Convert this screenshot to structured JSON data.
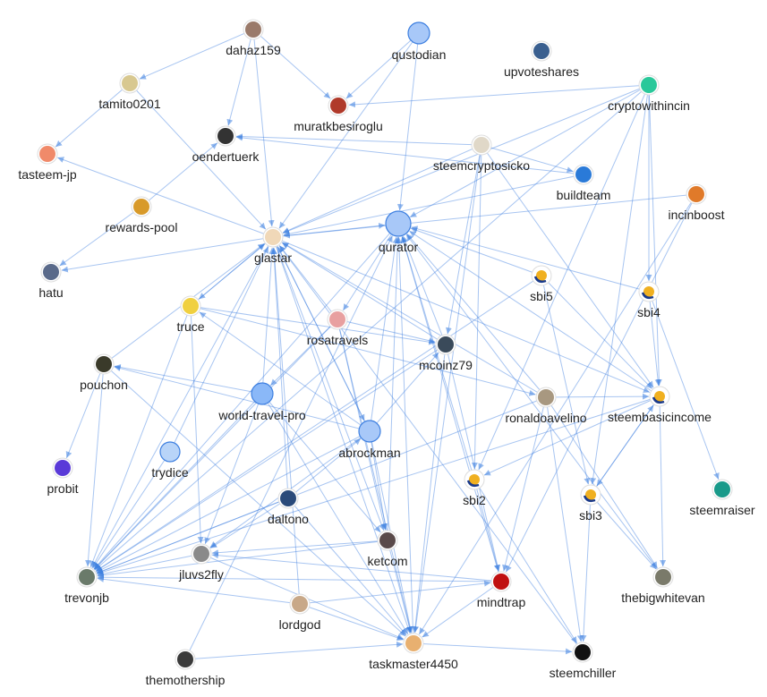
{
  "colors": {
    "edge": "#3d7fe0",
    "node_plain": "#a8c8f8",
    "node_border": "#3d7fe0"
  },
  "nodes": [
    {
      "id": "dahaz159",
      "type": "avatar",
      "color": "#9a7a6a"
    },
    {
      "id": "qustodian",
      "type": "plain",
      "color": "#a8c8f8"
    },
    {
      "id": "upvoteshares",
      "type": "avatar",
      "color": "#3a5f8f"
    },
    {
      "id": "tamito0201",
      "type": "avatar",
      "color": "#d8c890"
    },
    {
      "id": "muratkbesiroglu",
      "type": "avatar",
      "color": "#b03a2a"
    },
    {
      "id": "cryptowithincin",
      "type": "avatar",
      "color": "#2ac89a"
    },
    {
      "id": "oendertuerk",
      "type": "avatar",
      "color": "#333333"
    },
    {
      "id": "steemcryptosicko",
      "type": "avatar",
      "color": "#e0d8c8"
    },
    {
      "id": "tasteem-jp",
      "type": "avatar",
      "color": "#f08a6a"
    },
    {
      "id": "buildteam",
      "type": "avatar",
      "color": "#2a7ad8"
    },
    {
      "id": "incinboost",
      "type": "avatar",
      "color": "#e07a2a"
    },
    {
      "id": "rewards-pool",
      "type": "avatar",
      "color": "#d89a2a"
    },
    {
      "id": "glastar",
      "type": "avatar",
      "color": "#f0d8b8"
    },
    {
      "id": "qurator",
      "type": "plain",
      "color": "#a8c8f8"
    },
    {
      "id": "hatu",
      "type": "avatar",
      "color": "#5a6a8a"
    },
    {
      "id": "sbi5",
      "type": "sbi",
      "color": "#f0b020"
    },
    {
      "id": "sbi4",
      "type": "sbi",
      "color": "#f0b020"
    },
    {
      "id": "truce",
      "type": "avatar",
      "color": "#f0d040"
    },
    {
      "id": "rosatravels",
      "type": "avatar",
      "color": "#e8a0a0"
    },
    {
      "id": "mcoinz79",
      "type": "avatar",
      "color": "#3a4a5a"
    },
    {
      "id": "pouchon",
      "type": "avatar",
      "color": "#3a3a2a"
    },
    {
      "id": "world-travel-pro",
      "type": "plain",
      "color": "#8ab8f8"
    },
    {
      "id": "ronaldoavelino",
      "type": "avatar",
      "color": "#a89880"
    },
    {
      "id": "steembasicincome",
      "type": "sbi",
      "color": "#f0b020"
    },
    {
      "id": "abrockman",
      "type": "plain",
      "color": "#a8c8f8"
    },
    {
      "id": "trydice",
      "type": "plain",
      "color": "#b8d4f8"
    },
    {
      "id": "probit",
      "type": "avatar",
      "color": "#5a3ad8"
    },
    {
      "id": "sbi2",
      "type": "sbi",
      "color": "#f0b020"
    },
    {
      "id": "sbi3",
      "type": "sbi",
      "color": "#f0b020"
    },
    {
      "id": "steemraiser",
      "type": "avatar",
      "color": "#1a9a8a"
    },
    {
      "id": "daltono",
      "type": "avatar",
      "color": "#2a4a7a"
    },
    {
      "id": "jluvs2fly",
      "type": "avatar",
      "color": "#8a8a8a"
    },
    {
      "id": "ketcom",
      "type": "avatar",
      "color": "#5a4a4a"
    },
    {
      "id": "trevonjb",
      "type": "avatar",
      "color": "#6a7a6a"
    },
    {
      "id": "thebigwhitevan",
      "type": "avatar",
      "color": "#7a7a6a"
    },
    {
      "id": "mindtrap",
      "type": "avatar",
      "color": "#c01010"
    },
    {
      "id": "lordgod",
      "type": "avatar",
      "color": "#c8a888"
    },
    {
      "id": "taskmaster4450",
      "type": "avatar",
      "color": "#e8b070"
    },
    {
      "id": "steemchiller",
      "type": "avatar",
      "color": "#111111"
    },
    {
      "id": "themothership",
      "type": "avatar",
      "color": "#3a3a3a"
    }
  ],
  "edges": [
    [
      "dahaz159",
      "tamito0201"
    ],
    [
      "dahaz159",
      "oendertuerk"
    ],
    [
      "dahaz159",
      "muratkbesiroglu"
    ],
    [
      "dahaz159",
      "glastar"
    ],
    [
      "tamito0201",
      "tasteem-jp"
    ],
    [
      "tamito0201",
      "glastar"
    ],
    [
      "qustodian",
      "qurator"
    ],
    [
      "qustodian",
      "glastar"
    ],
    [
      "qustodian",
      "muratkbesiroglu"
    ],
    [
      "cryptowithincin",
      "muratkbesiroglu"
    ],
    [
      "cryptowithincin",
      "glastar"
    ],
    [
      "cryptowithincin",
      "qurator"
    ],
    [
      "cryptowithincin",
      "steembasicincome"
    ],
    [
      "cryptowithincin",
      "sbi4"
    ],
    [
      "cryptowithincin",
      "sbi3"
    ],
    [
      "cryptowithincin",
      "sbi2"
    ],
    [
      "cryptowithincin",
      "trevonjb"
    ],
    [
      "steemcryptosicko",
      "oendertuerk"
    ],
    [
      "steemcryptosicko",
      "glastar"
    ],
    [
      "steemcryptosicko",
      "buildteam"
    ],
    [
      "steemcryptosicko",
      "taskmaster4450"
    ],
    [
      "steemcryptosicko",
      "steembasicincome"
    ],
    [
      "steemcryptosicko",
      "mcoinz79"
    ],
    [
      "steemcryptosicko",
      "sbi2"
    ],
    [
      "buildteam",
      "oendertuerk"
    ],
    [
      "buildteam",
      "glastar"
    ],
    [
      "incinboost",
      "glastar"
    ],
    [
      "incinboost",
      "taskmaster4450"
    ],
    [
      "incinboost",
      "mindtrap"
    ],
    [
      "rewards-pool",
      "hatu"
    ],
    [
      "rewards-pool",
      "oendertuerk"
    ],
    [
      "glastar",
      "tasteem-jp"
    ],
    [
      "glastar",
      "hatu"
    ],
    [
      "glastar",
      "qurator"
    ],
    [
      "glastar",
      "trevonjb"
    ],
    [
      "glastar",
      "taskmaster4450"
    ],
    [
      "glastar",
      "truce"
    ],
    [
      "glastar",
      "steembasicincome"
    ],
    [
      "glastar",
      "abrockman"
    ],
    [
      "glastar",
      "ketcom"
    ],
    [
      "qurator",
      "rosatravels"
    ],
    [
      "qurator",
      "trevonjb"
    ],
    [
      "sbi5",
      "qurator"
    ],
    [
      "sbi4",
      "qurator"
    ],
    [
      "sbi5",
      "steembasicincome"
    ],
    [
      "sbi4",
      "steembasicincome"
    ],
    [
      "sbi4",
      "steemraiser"
    ],
    [
      "sbi5",
      "sbi3"
    ],
    [
      "sbi5",
      "trevonjb"
    ],
    [
      "truce",
      "trevonjb"
    ],
    [
      "truce",
      "glastar"
    ],
    [
      "truce",
      "mcoinz79"
    ],
    [
      "truce",
      "ronaldoavelino"
    ],
    [
      "truce",
      "jluvs2fly"
    ],
    [
      "rosatravels",
      "trevonjb"
    ],
    [
      "rosatravels",
      "glastar"
    ],
    [
      "rosatravels",
      "taskmaster4450"
    ],
    [
      "rosatravels",
      "ketcom"
    ],
    [
      "rosatravels",
      "world-travel-pro"
    ],
    [
      "rosatravels",
      "mcoinz79"
    ],
    [
      "mcoinz79",
      "qurator"
    ],
    [
      "mcoinz79",
      "trevonjb"
    ],
    [
      "mcoinz79",
      "glastar"
    ],
    [
      "mcoinz79",
      "taskmaster4450"
    ],
    [
      "mcoinz79",
      "mindtrap"
    ],
    [
      "pouchon",
      "trevonjb"
    ],
    [
      "pouchon",
      "probit"
    ],
    [
      "pouchon",
      "glastar"
    ],
    [
      "pouchon",
      "taskmaster4450"
    ],
    [
      "world-travel-pro",
      "glastar"
    ],
    [
      "world-travel-pro",
      "trevonjb"
    ],
    [
      "world-travel-pro",
      "taskmaster4450"
    ],
    [
      "world-travel-pro",
      "ketcom"
    ],
    [
      "world-travel-pro",
      "jluvs2fly"
    ],
    [
      "world-travel-pro",
      "pouchon"
    ],
    [
      "ronaldoavelino",
      "qurator"
    ],
    [
      "ronaldoavelino",
      "trevonjb"
    ],
    [
      "ronaldoavelino",
      "glastar"
    ],
    [
      "ronaldoavelino",
      "steemchiller"
    ],
    [
      "ronaldoavelino",
      "thebigwhitevan"
    ],
    [
      "ronaldoavelino",
      "mindtrap"
    ],
    [
      "ronaldoavelino",
      "steembasicincome"
    ],
    [
      "steembasicincome",
      "qurator"
    ],
    [
      "steembasicincome",
      "thebigwhitevan"
    ],
    [
      "steembasicincome",
      "trevonjb"
    ],
    [
      "steembasicincome",
      "sbi2"
    ],
    [
      "steembasicincome",
      "sbi3"
    ],
    [
      "abrockman",
      "glastar"
    ],
    [
      "abrockman",
      "qurator"
    ],
    [
      "abrockman",
      "trevonjb"
    ],
    [
      "abrockman",
      "taskmaster4450"
    ],
    [
      "abrockman",
      "ketcom"
    ],
    [
      "abrockman",
      "jluvs2fly"
    ],
    [
      "abrockman",
      "pouchon"
    ],
    [
      "abrockman",
      "truce"
    ],
    [
      "abrockman",
      "mcoinz79"
    ],
    [
      "trydice",
      "trevonjb"
    ],
    [
      "trydice",
      "glastar"
    ],
    [
      "sbi2",
      "qurator"
    ],
    [
      "sbi2",
      "steemchiller"
    ],
    [
      "sbi2",
      "mindtrap"
    ],
    [
      "sbi3",
      "steembasicincome"
    ],
    [
      "sbi3",
      "thebigwhitevan"
    ],
    [
      "sbi3",
      "steemchiller"
    ],
    [
      "daltono",
      "trevonjb"
    ],
    [
      "daltono",
      "jluvs2fly"
    ],
    [
      "daltono",
      "glastar"
    ],
    [
      "daltono",
      "taskmaster4450"
    ],
    [
      "daltono",
      "abrockman"
    ],
    [
      "jluvs2fly",
      "trevonjb"
    ],
    [
      "jluvs2fly",
      "taskmaster4450"
    ],
    [
      "ketcom",
      "trevonjb"
    ],
    [
      "ketcom",
      "taskmaster4450"
    ],
    [
      "ketcom",
      "jluvs2fly"
    ],
    [
      "ketcom",
      "qurator"
    ],
    [
      "mindtrap",
      "trevonjb"
    ],
    [
      "mindtrap",
      "taskmaster4450"
    ],
    [
      "mindtrap",
      "jluvs2fly"
    ],
    [
      "mindtrap",
      "qurator"
    ],
    [
      "lordgod",
      "trevonjb"
    ],
    [
      "lordgod",
      "taskmaster4450"
    ],
    [
      "lordgod",
      "glastar"
    ],
    [
      "lordgod",
      "mindtrap"
    ],
    [
      "taskmaster4450",
      "qurator"
    ],
    [
      "taskmaster4450",
      "steemchiller"
    ],
    [
      "themothership",
      "qurator"
    ],
    [
      "themothership",
      "taskmaster4450"
    ],
    [
      "steemchiller",
      "glastar"
    ],
    [
      "thebigwhitevan",
      "qurator"
    ]
  ]
}
